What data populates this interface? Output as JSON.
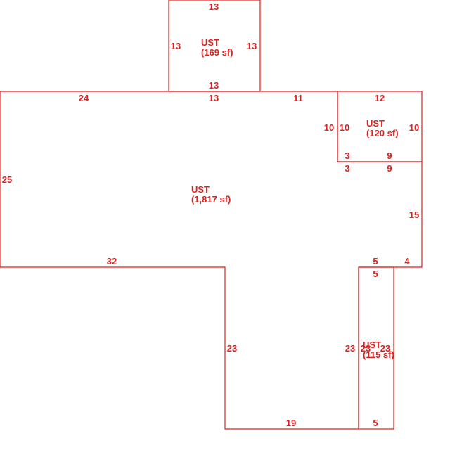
{
  "plan": {
    "stroke_color": "#e01f1f",
    "text_color": "#e01f1f",
    "background": "#ffffff",
    "areas": {
      "top": {
        "label": "UST",
        "size": "(169 sf)"
      },
      "right": {
        "label": "UST",
        "size": "(120 sf)"
      },
      "main": {
        "label": "UST",
        "size": "(1,817 sf)"
      },
      "narrow": {
        "label": "UST",
        "size": "(115 sf)"
      }
    },
    "dims": {
      "top_top": "13",
      "top_left": "13",
      "top_right": "13",
      "top_bottom": "13",
      "main_top_left": "24",
      "main_top_mid": "13",
      "main_top_right": "11",
      "main_left": "25",
      "main_bottom": "32",
      "main_ext_down": "23",
      "main_ext_bottom": "19",
      "notch_left": "10",
      "notch_bottom_left": "3",
      "notch_bottom_right": "9",
      "main_right": "15",
      "main_step_left": "5",
      "main_step_right": "4",
      "right_top": "12",
      "right_left": "10",
      "right_right": "10",
      "right_bottom_left": "3",
      "right_bottom_right": "9",
      "narrow_top": "5",
      "narrow_left_outer": "23",
      "narrow_left": "23",
      "narrow_right": "23",
      "narrow_bottom": "5"
    }
  }
}
